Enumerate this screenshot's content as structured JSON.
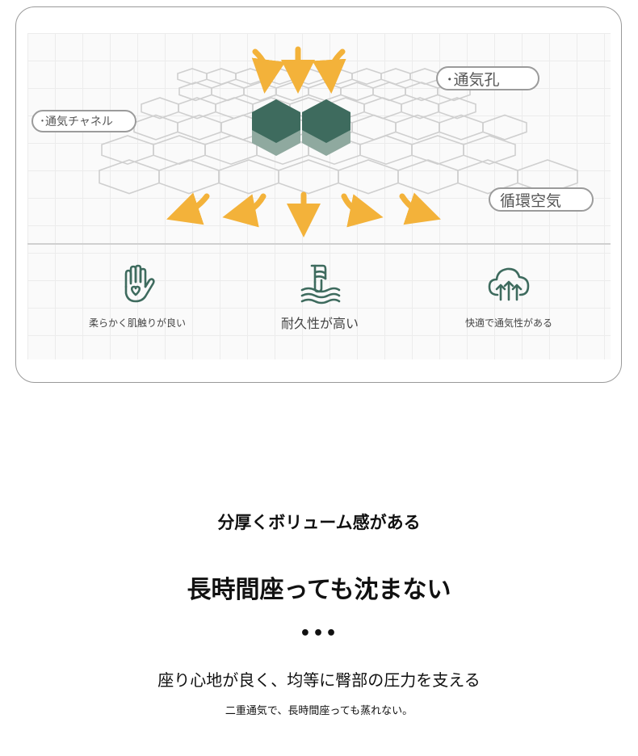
{
  "diagram": {
    "labels": {
      "ventilation_holes": "･通気孔",
      "ventilation_channel": "･通気チャネル",
      "circulating_air": "循環空気"
    },
    "colors": {
      "arrow": "#f3b23a",
      "block_dark": "#3e6b5e",
      "block_light": "#8fa99f",
      "hex_line": "#c9c9c9"
    }
  },
  "features": [
    {
      "icon": "hand-heart-icon",
      "label": "柔らかく肌触りが良い"
    },
    {
      "icon": "finger-press-icon",
      "label": "耐久性が高い"
    },
    {
      "icon": "cloud-upload-icon",
      "label": "快適で通気性がある"
    }
  ],
  "copy": {
    "subheading": "分厚くボリューム感がある",
    "headline": "長時間座っても沈まない",
    "dots": "•••",
    "description": "座り心地が良く、均等に臀部の圧力を支える",
    "note": "二重通気で、長時間座っても蒸れない。"
  }
}
